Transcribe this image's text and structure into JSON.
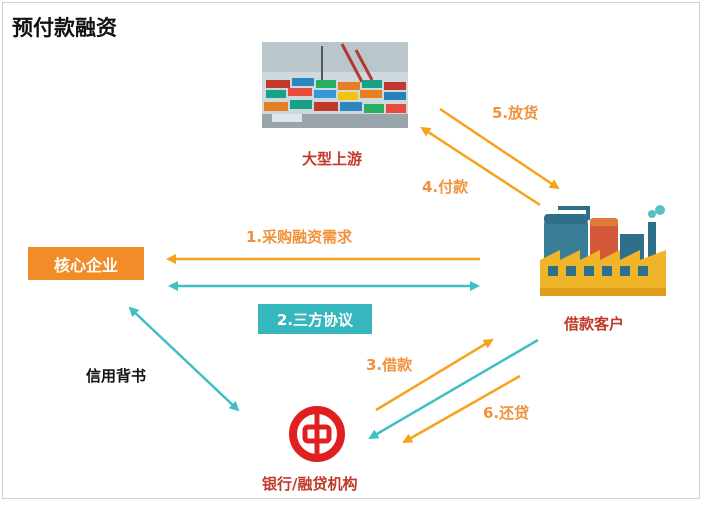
{
  "title": "预付款融资",
  "nodes": {
    "upstream": "大型上游",
    "borrower": "借款客户",
    "core": "核心企业",
    "bank": "银行/融贷机构"
  },
  "steps": {
    "s1": "1.采购融资需求",
    "s2": "2.三方协议",
    "s3": "3.借款",
    "s4": "4.付款",
    "s5": "5.放货",
    "s6": "6.还贷"
  },
  "endorsement": "信用背书",
  "colors": {
    "orange": "#f7a21b",
    "teal": "#3fbfc4",
    "core_box": "#f28c28",
    "agreement_box": "#36b7bd",
    "node_label": "#c0392b",
    "bank_logo": "#e02020"
  },
  "icons": {
    "upstream": "container-port-photo",
    "borrower": "factory-icon",
    "bank": "bank-of-china-logo"
  }
}
